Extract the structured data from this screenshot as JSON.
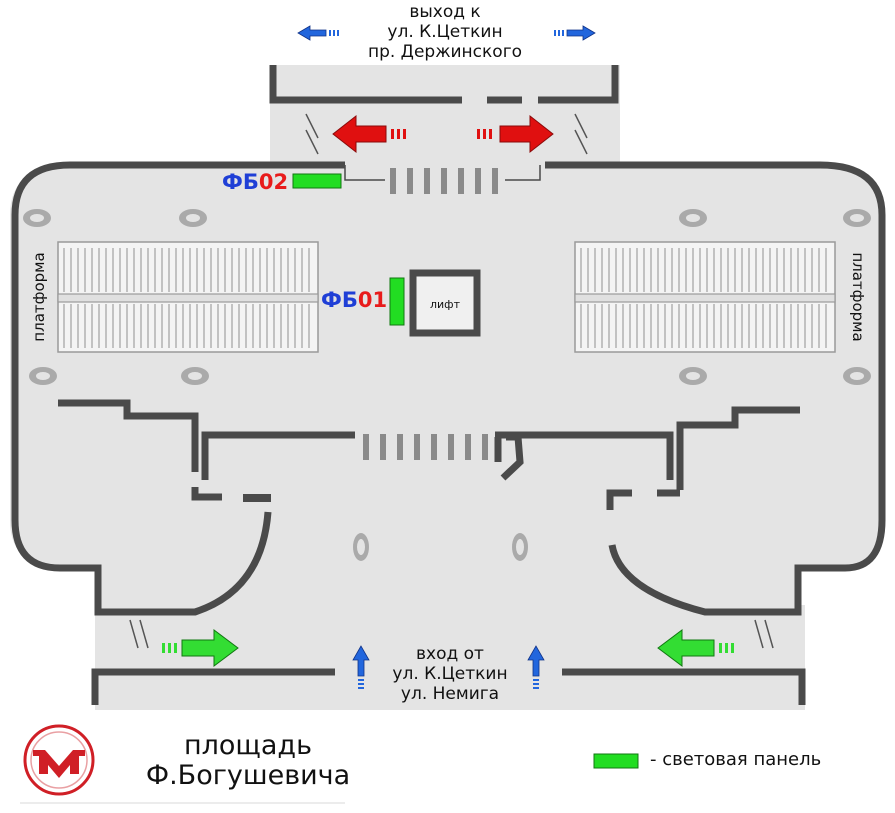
{
  "exit_top": {
    "line1": "выход к",
    "line2": "ул. К.Цеткин",
    "line3": "пр. Держинского"
  },
  "entrance_bottom": {
    "line1": "вход от",
    "line2": "ул. К.Цеткин",
    "line3": "ул. Немига"
  },
  "panels": [
    {
      "code_prefix": "ФБ",
      "code_number": "02"
    },
    {
      "code_prefix": "ФБ",
      "code_number": "01"
    }
  ],
  "elevator_label": "лифт",
  "platform_left": "платформа",
  "platform_right": "платформа",
  "station": {
    "line1": "площадь",
    "line2": "Ф.Богушевича"
  },
  "legend": {
    "text": "- световая панель"
  },
  "colors": {
    "wall": "#4a4a4a",
    "floor": "#e4e4e4",
    "panel_green": "#22dd22",
    "exit_arrow_red": "#e01010",
    "entry_arrow_green": "#33dd33",
    "direction_arrow_blue": "#2266dd",
    "logo_red": "#d01f26"
  },
  "icons": [
    "exit-arrow-left-icon",
    "exit-arrow-right-icon",
    "entry-arrow-right-icon",
    "entry-arrow-left-icon",
    "up-arrow-icon",
    "metro-logo-icon",
    "column-icon",
    "escalator-icon"
  ]
}
